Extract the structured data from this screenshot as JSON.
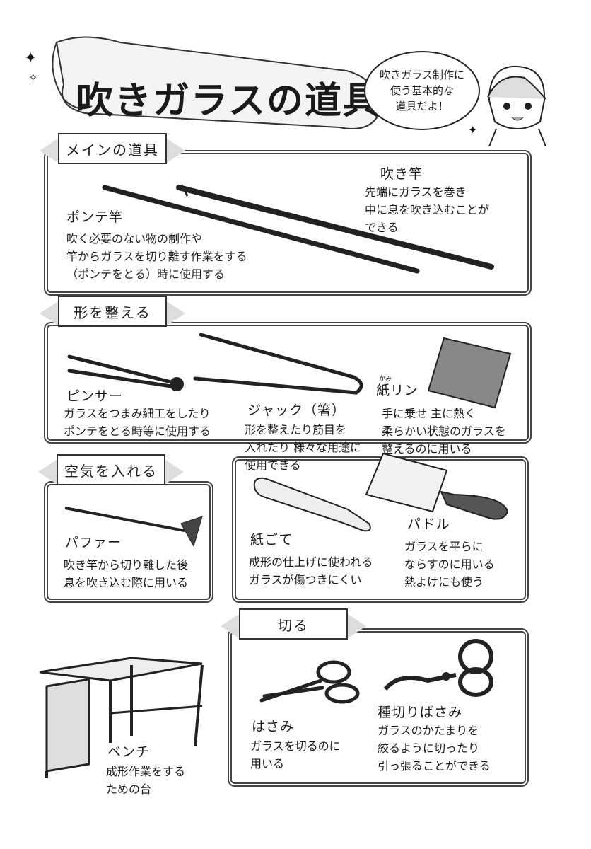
{
  "title": "吹きガラスの道具",
  "speech": [
    "吹きガラス制作に",
    "使う基本的な",
    "道具だよ！"
  ],
  "sections": {
    "main": {
      "label": "メインの道具"
    },
    "shape": {
      "label": "形を整える"
    },
    "air": {
      "label": "空気を入れる"
    },
    "cut": {
      "label": "切る"
    }
  },
  "tools": {
    "fukizao": {
      "name": "吹き竿",
      "desc": [
        "先端にガラスを巻き",
        "中に息を吹き込むことが",
        "できる"
      ]
    },
    "ponte": {
      "name": "ポンテ竿",
      "desc": [
        "吹く必要のない物の制作や",
        "竿からガラスを切り離す作業をする",
        "（ポンテをとる）時に使用する"
      ]
    },
    "pincer": {
      "name": "ピンサー",
      "desc": [
        "ガラスをつまみ細工をしたり",
        "ポンテをとる時等に使用する"
      ]
    },
    "jack": {
      "name": "ジャック（箸）",
      "desc": [
        "形を整えたり筋目を",
        "入れたり 様々な用途に",
        "使用できる"
      ]
    },
    "kamirin": {
      "name": "紙リン",
      "ruby": "かみ",
      "desc": [
        "手に乗せ 主に熱く",
        "柔らかい状態のガラスを",
        "整えるのに用いる"
      ]
    },
    "puffer": {
      "name": "パファー",
      "desc": [
        "吹き竿から切り離した後",
        "息を吹き込む際に用いる"
      ]
    },
    "kamigote": {
      "name": "紙ごて",
      "desc": [
        "成形の仕上げに使われる",
        "ガラスが傷つきにくい"
      ]
    },
    "paddle": {
      "name": "パドル",
      "desc": [
        "ガラスを平らに",
        "ならすのに用いる",
        "熱よけにも使う"
      ]
    },
    "bench": {
      "name": "ベンチ",
      "desc": [
        "成形作業をする",
        "ための台"
      ]
    },
    "hasami": {
      "name": "はさみ",
      "desc": [
        "ガラスを切るのに",
        "用いる"
      ]
    },
    "tanekiri": {
      "name": "種切りばさみ",
      "desc": [
        "ガラスのかたまりを",
        "絞るように切ったり",
        "引っ張ることができる"
      ]
    }
  }
}
